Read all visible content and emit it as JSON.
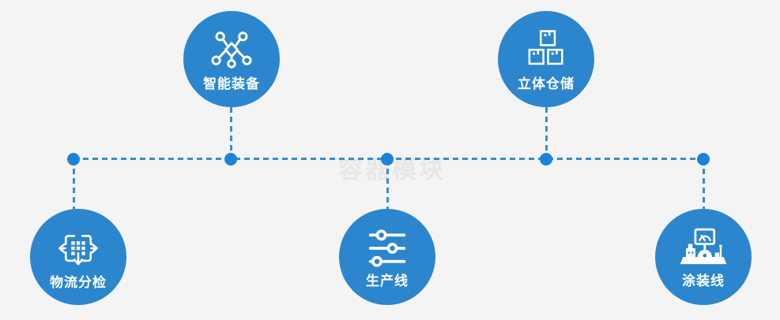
{
  "diagram": {
    "watermark": "容器模块",
    "colors": {
      "background": "#f4f4f5",
      "node_circle": "#2b86cd",
      "connector_dash": "#3a8ccd",
      "junction_dot": "#1b82d9",
      "icon_and_label": "#ffffff",
      "watermark_text": "#e7e7e8"
    },
    "nodes": [
      {
        "label": "智能装备",
        "icon": "network-nodes-icon",
        "position": "top-left",
        "branch": "up"
      },
      {
        "label": "立体仓储",
        "icon": "stacked-boxes-icon",
        "position": "top-right",
        "branch": "up"
      },
      {
        "label": "物流分检",
        "icon": "sorting-arrows-icon",
        "position": "bottom-left",
        "branch": "down"
      },
      {
        "label": "生产线",
        "icon": "sliders-icon",
        "position": "bottom-center",
        "branch": "down"
      },
      {
        "label": "涂装线",
        "icon": "control-station-icon",
        "position": "bottom-right",
        "branch": "down"
      }
    ]
  }
}
